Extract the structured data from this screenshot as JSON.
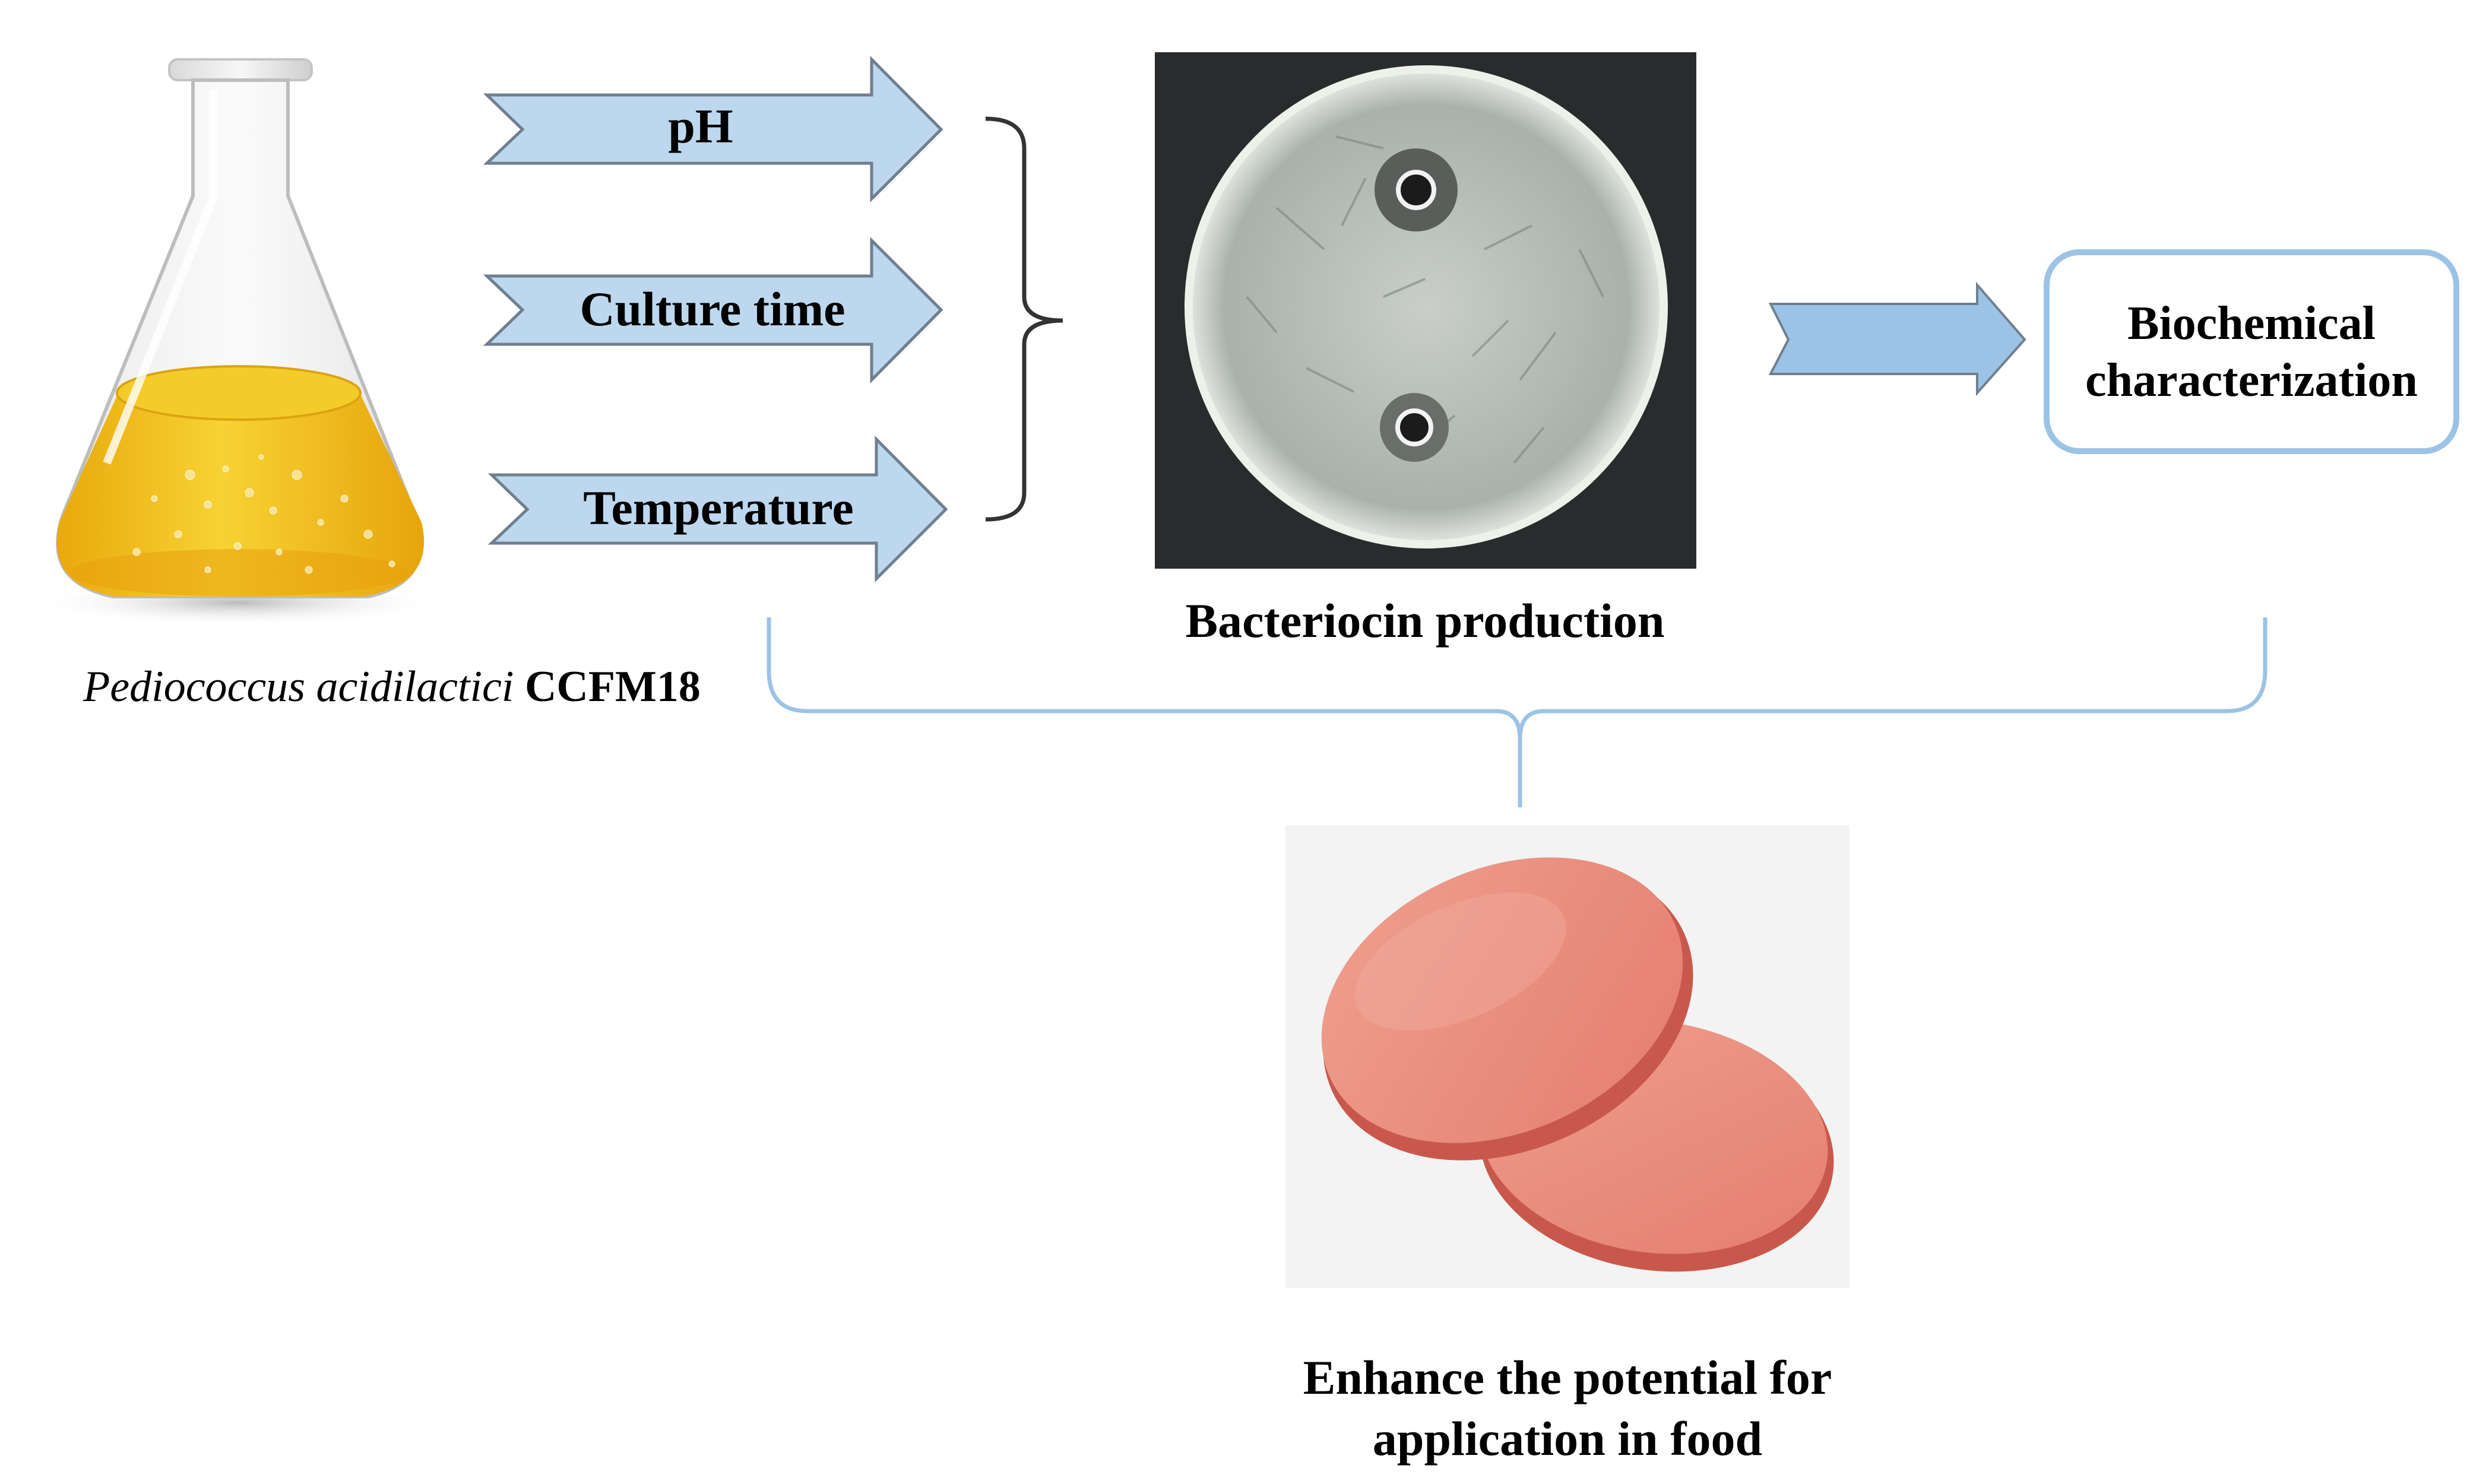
{
  "flask": {
    "species_italic": "Pediococcus acidilactici",
    "strain": "CCFM18"
  },
  "factors": [
    {
      "label": "pH"
    },
    {
      "label": "Culture time"
    },
    {
      "label": "Temperature"
    }
  ],
  "plate_caption": "Bacteriocin production",
  "characterization_box": {
    "line1": "Biochemical",
    "line2": "characterization"
  },
  "food_caption": {
    "line1": "Enhance the potential for",
    "line2": "application in food"
  },
  "colors": {
    "arrow_fill": "#bdd7ee",
    "arrow_stroke": "#6f7f8f",
    "main_arrow_fill": "#9cc3e6",
    "box_border": "#9cc3e6",
    "brace_blue": "#9cc3e6",
    "brace_dark": "#333333",
    "liquid_yellow": "#f2c21b",
    "ham_pink": "#e8877a"
  }
}
